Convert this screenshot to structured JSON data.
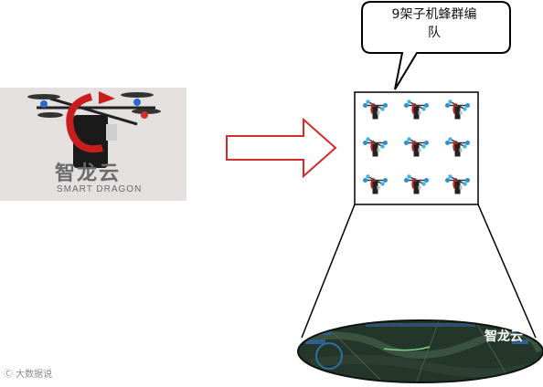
{
  "callout": {
    "text_line1": "9架子机蜂群编",
    "text_line2": "队"
  },
  "photo": {
    "logo_cn": "智龙云",
    "logo_en": "SMART DRAGON"
  },
  "swarm": {
    "drone_count": 9
  },
  "watermarks": {
    "left": "Ⓒ 大数据说",
    "right": "智龙云"
  }
}
